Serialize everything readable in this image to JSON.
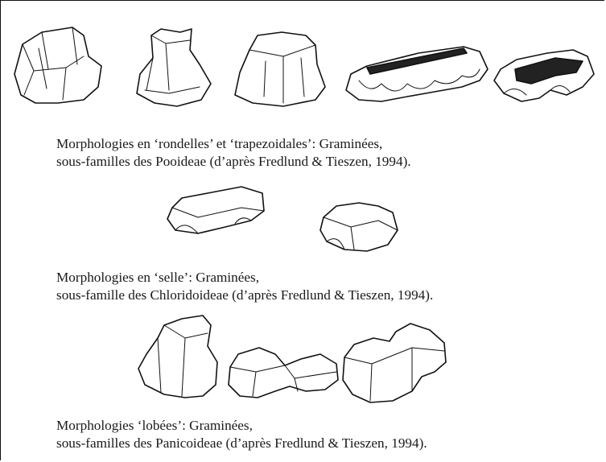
{
  "captions": {
    "group1": {
      "line1": "Morphologies en ‘rondelles’ et ‘trapezoidales’: Graminées,",
      "line2": "sous-familles des Pooideae (d’après Fredlund & Tieszen, 1994)."
    },
    "group2": {
      "line1": "Morphologies en ‘selle’:  Graminées,",
      "line2": "sous-famille des Chloridoideae (d’après Fredlund & Tieszen, 1994)."
    },
    "group3": {
      "line1": "Morphologies ‘lobées’: Graminées,",
      "line2": "sous-familles des Panicoideae (d’après Fredlund & Tieszen, 1994)."
    }
  }
}
